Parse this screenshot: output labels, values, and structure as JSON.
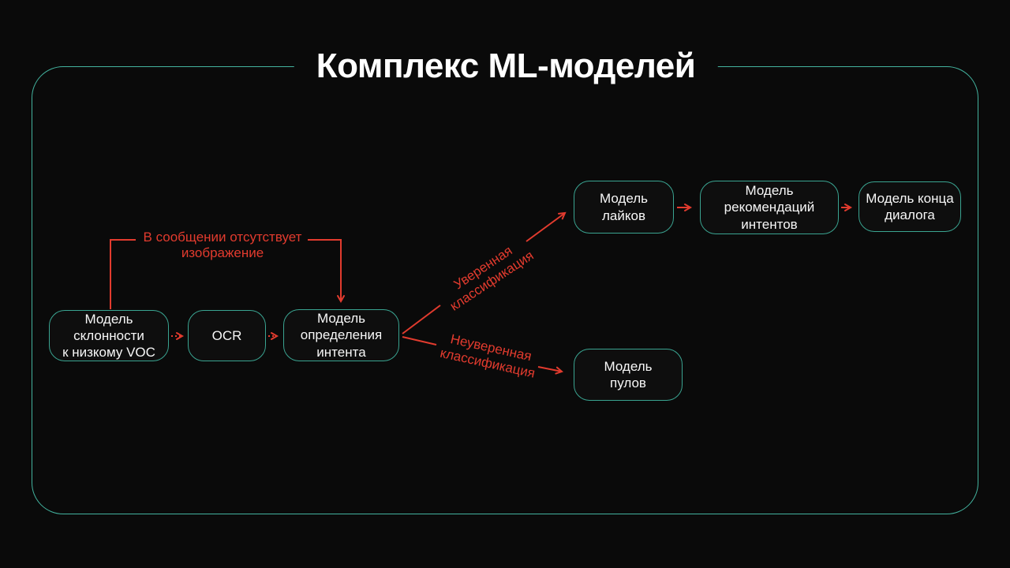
{
  "title": "Комплекс ML-моделей",
  "colors": {
    "background": "#0a0a0a",
    "frame_teal": "#43b39f",
    "node_border_teal": "#3aa491",
    "arrow_red": "#e23b2e",
    "text_white": "#f7f7f7"
  },
  "nodes": [
    {
      "id": "voc",
      "label": "Модель\nсклонности\nк низкому VOC"
    },
    {
      "id": "ocr",
      "label": "OCR"
    },
    {
      "id": "intent",
      "label": "Модель\nопределения\nинтента"
    },
    {
      "id": "likes",
      "label": "Модель\nлайков"
    },
    {
      "id": "recs",
      "label": "Модель\nрекомендаций\nинтентов"
    },
    {
      "id": "dialog_end",
      "label": "Модель конца\nдиалога"
    },
    {
      "id": "pools",
      "label": "Модель\nпулов"
    }
  ],
  "edge_labels": {
    "no_image": "В сообщении отсутствует\nизображение",
    "confident": "Уверенная\nклассификация",
    "unconfident": "Неуверенная\nклассификация"
  }
}
